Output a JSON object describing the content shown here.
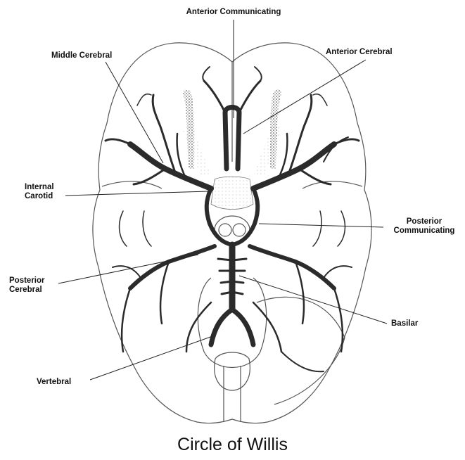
{
  "title": "Circle of Willis",
  "labels": {
    "anterior_communicating": "Anterior Communicating",
    "middle_cerebral": "Middle Cerebral",
    "anterior_cerebral": "Anterior Cerebral",
    "internal_carotid_line1": "Internal",
    "internal_carotid_line2": "Carotid",
    "posterior_communicating_line1": "Posterior",
    "posterior_communicating_line2": "Communicating",
    "posterior_cerebral_line1": "Posterior",
    "posterior_cerebral_line2": "Cerebral",
    "basilar": "Basilar",
    "vertebral": "Vertebral"
  },
  "colors": {
    "ink": "#1a1a1a",
    "vessel": "#2b2b2b",
    "outline": "#555555",
    "background": "#ffffff"
  }
}
